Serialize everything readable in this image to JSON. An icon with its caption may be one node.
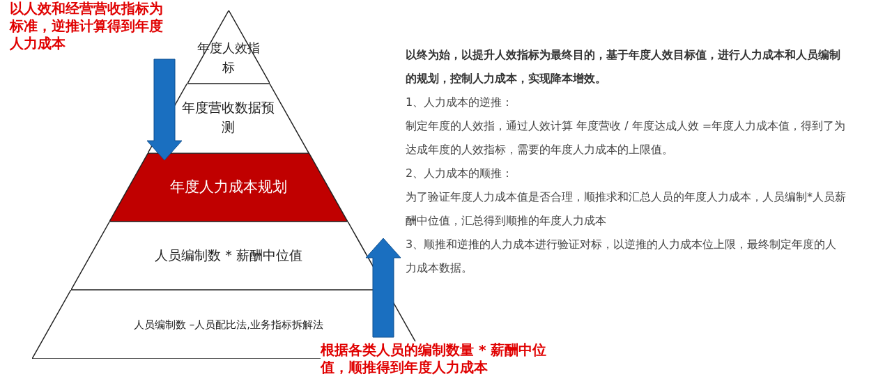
{
  "diagram": {
    "nodes": [
      {
        "text": [
          "年度人效指标"
        ]
      },
      {
        "text": [
          "年度营收数据预测"
        ]
      },
      {
        "text": [
          "年度人力成本规划"
        ]
      },
      {
        "text": [
          "人员编制数 * 薪酬中位值"
        ]
      },
      {
        "text": [
          "人员编制数 –人员配比法,业务指标拆解法"
        ]
      },
      {
        "text": [
          "以人效和经营营收指标为标准，逆推计算得到年度人力成本"
        ]
      },
      {
        "text": [
          "根据各类人员的编制数量 * 薪酬中位值，顺推得到年度人力成本"
        ]
      }
    ],
    "edges": [
      {
        "from": 5,
        "to": 2,
        "arrow": "to"
      },
      {
        "from": 6,
        "to": 2,
        "arrow": "to"
      }
    ],
    "labels": [
      "以终为始，以提升人效指标为最终目的，基于年度人效目标值，进行人力成本和人员编制的规划，控制人力成本，实现降本增效。",
      "1、人力成本的逆推：",
      "制定年度的人效指，通过人效计算 年度营收 / 年度达成人效 =年度人力成本值，得到了为达成年度的人效指标，需要的年度人力成本的上限值。",
      "2、人力成本的顺推：",
      "为了验证年度人力成本值是否合理，顺推求和汇总人员的年度人力成本，人员编制*人员薪酬中位值，汇总得到顺推的年度人力成本",
      "3、顺推和逆推的人力成本进行验证对标，以逆推的人力成本位上限，最终制定年度的人力成本数据。"
    ]
  }
}
